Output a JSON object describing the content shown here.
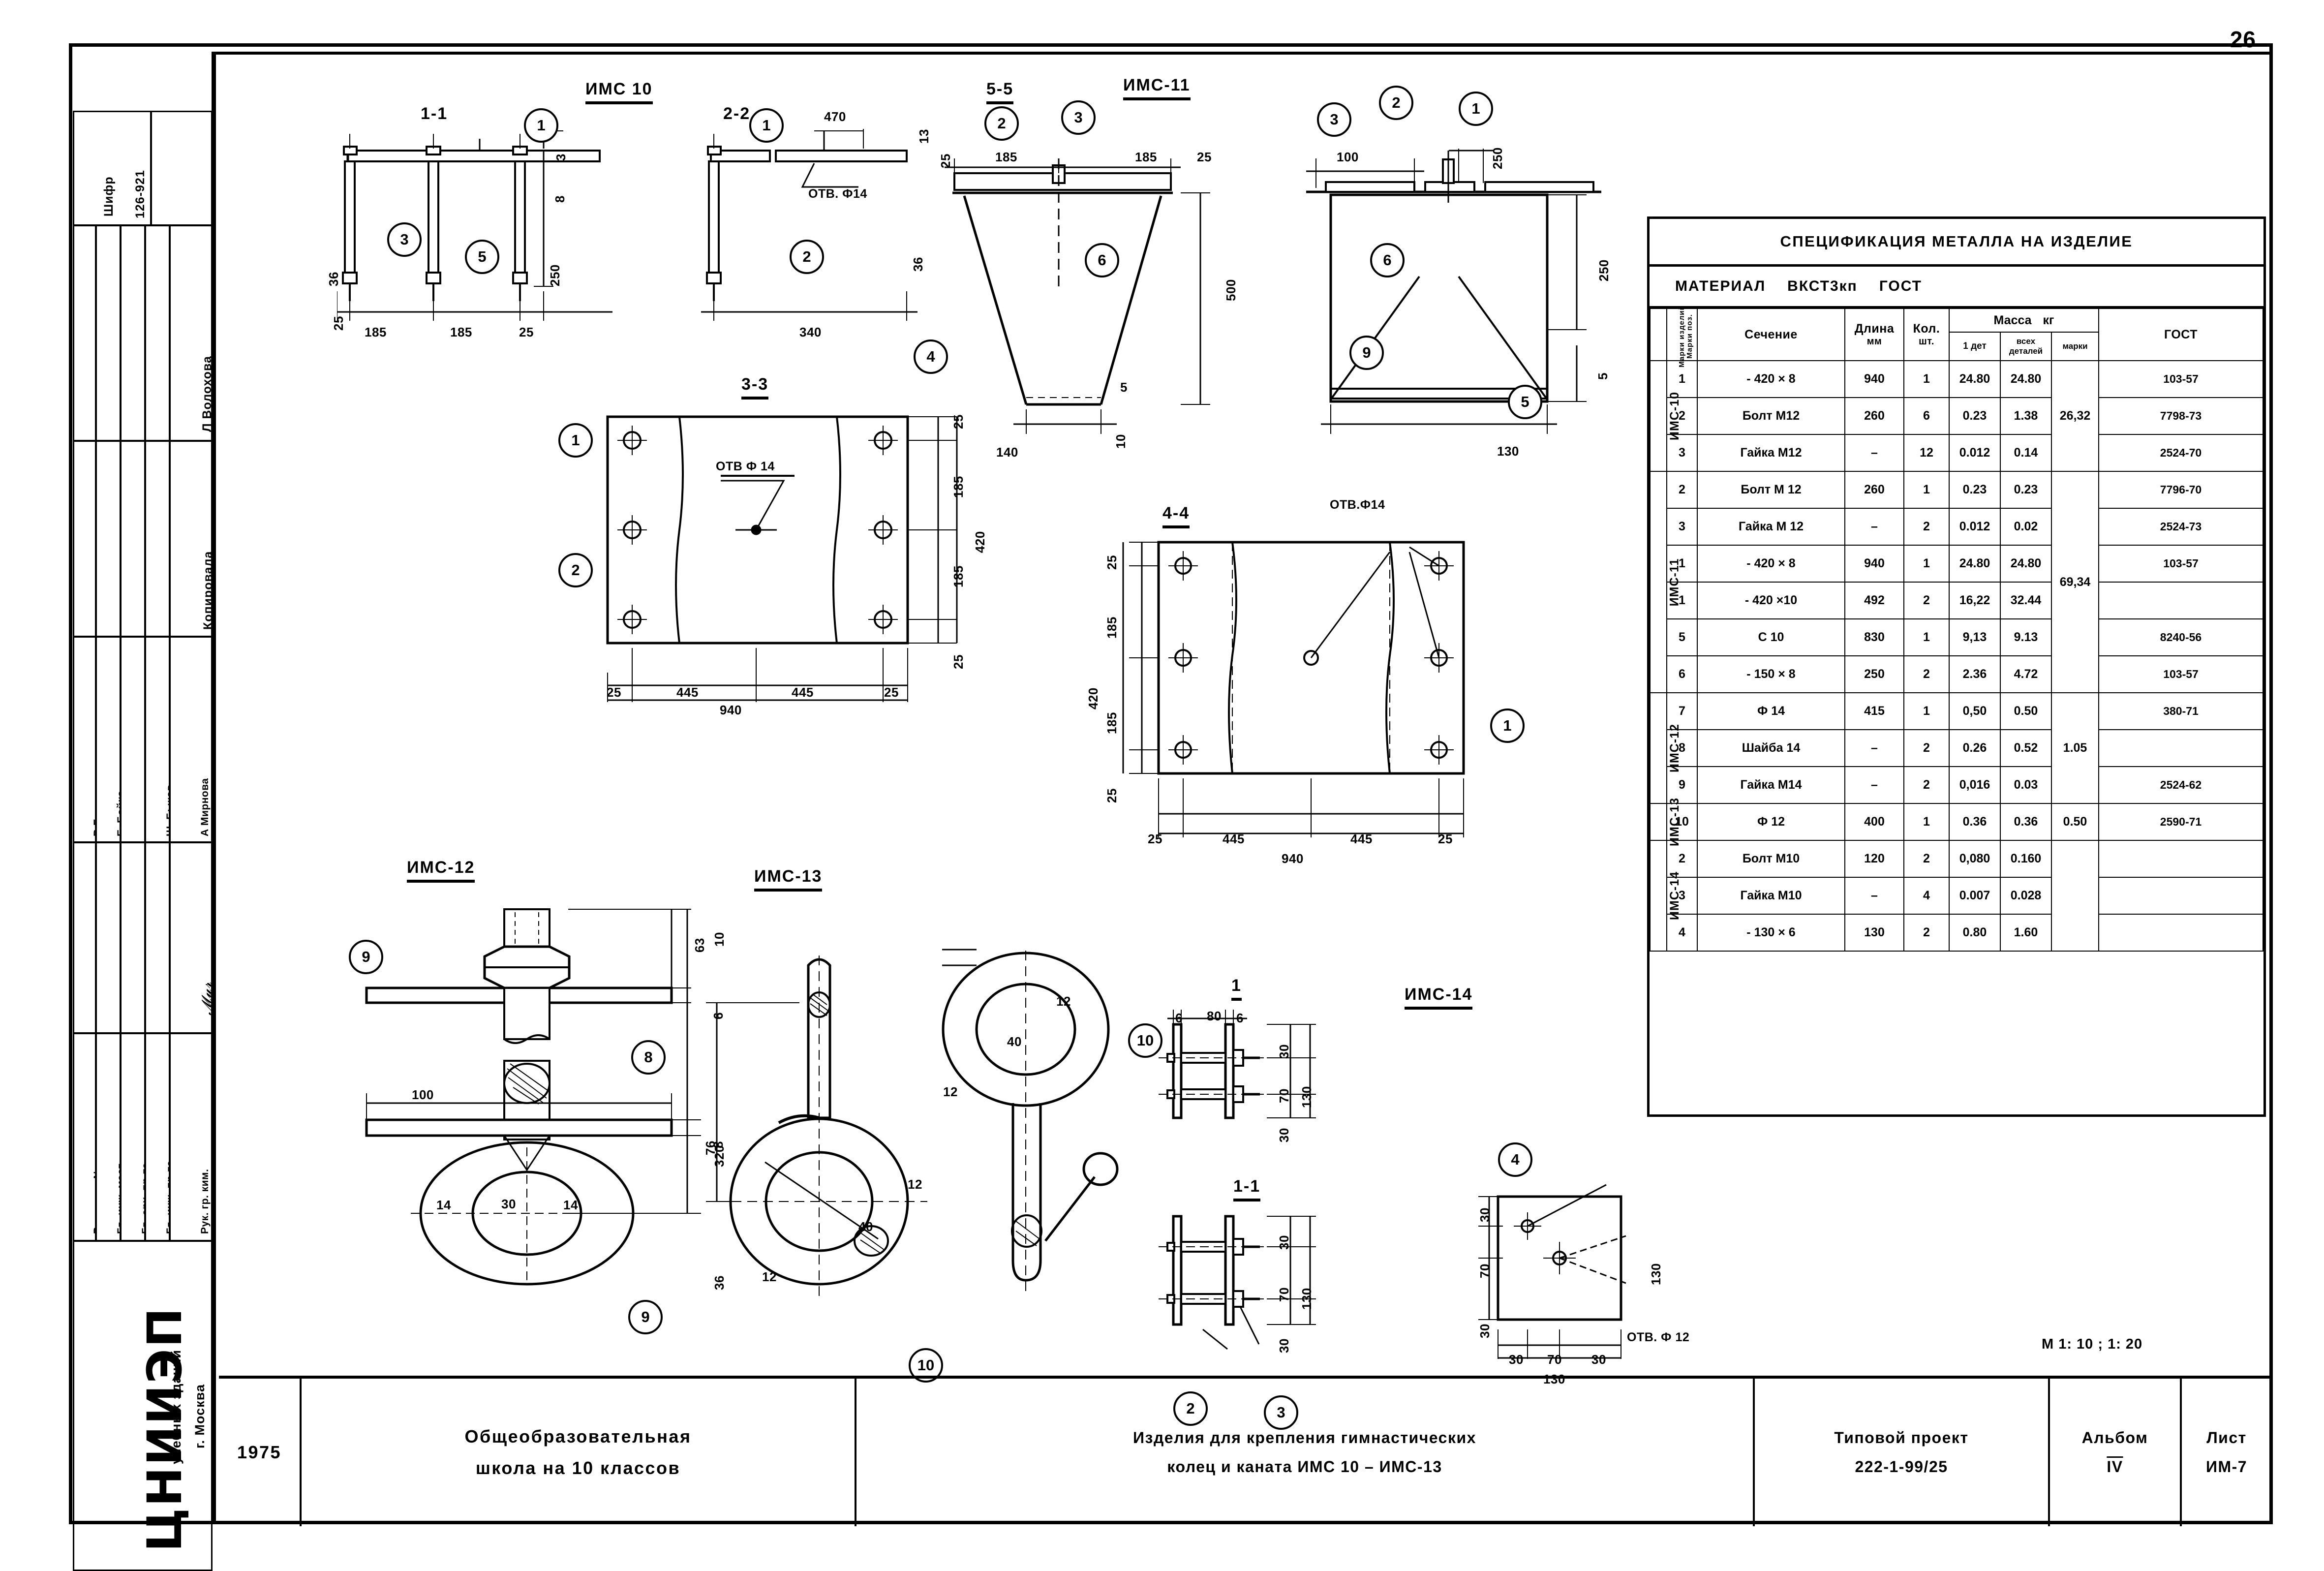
{
  "sheet": {
    "page_number": "26",
    "scale_note": "М 1: 10 ;  1: 20"
  },
  "stamp": {
    "code_label": "Шифр",
    "code_value": "126-921",
    "approver": "Л Волохова",
    "copied_label": "Копировала",
    "copier": "А Мирнова",
    "roles": [
      {
        "role": "Рук. маст. №",
        "name": "В Блющенков"
      },
      {
        "role": "Гл. инж. маст.",
        "name": "Е. Бойко"
      },
      {
        "role": "Гл. арх. пр-та",
        "name": ""
      },
      {
        "role": "Гл. инж. пр-та",
        "name": "Ш. Быков"
      },
      {
        "role": "Рук. гр. ким.",
        "name": "А Мирнова"
      }
    ],
    "institute": "ЦНИИЭП",
    "institute_sub1": "учебных зданий",
    "institute_sub2": "г. Москва"
  },
  "title_block": {
    "year": "1975",
    "object_line1": "Общеобразовательная",
    "object_line2": "школа на 10 классов",
    "drawing_line1": "Изделия для крепления гимнастических",
    "drawing_line2": "колец и каната ИМС 10 – ИМС-13",
    "project_label": "Типовой проект",
    "project_number": "222-1-99/25",
    "album_label": "Альбом",
    "album_value": "IV",
    "sheet_label": "Лист",
    "sheet_value": "ИМ-7"
  },
  "spec": {
    "title": "СПЕЦИФИКАЦИЯ МЕТАЛЛА НА ИЗДЕЛИЕ",
    "material_label": "МАТЕРИАЛ",
    "material_value": "ВКСТ3кп",
    "material_gost": "ГОСТ",
    "headers": {
      "group": "Марки изделий",
      "mark": "Марки поз.",
      "section": "Сечение",
      "length": "Длина",
      "length_unit": "мм",
      "qty": "Кол.",
      "qty_unit": "шт.",
      "mass": "Масса",
      "mass_unit": "кг",
      "mass_one": "1 дет",
      "mass_all": "всех деталей",
      "mass_mark": "марки",
      "gost": "ГОСТ"
    },
    "groups": [
      {
        "name": "ИМС-10",
        "mass_mark": "26,32",
        "rows": [
          {
            "mark": "1",
            "section": "- 420 × 8",
            "length": "940",
            "qty": "1",
            "m1": "24.80",
            "mall": "24.80",
            "gost": "103-57"
          },
          {
            "mark": "2",
            "section": "Болт М12",
            "length": "260",
            "qty": "6",
            "m1": "0.23",
            "mall": "1.38",
            "gost": "7798-73"
          },
          {
            "mark": "3",
            "section": "Гайка М12",
            "length": "–",
            "qty": "12",
            "m1": "0.012",
            "mall": "0.14",
            "gost": "2524-70"
          }
        ]
      },
      {
        "name": "ИМС-11",
        "mass_mark": "69,34",
        "rows": [
          {
            "mark": "2",
            "section": "Болт М 12",
            "length": "260",
            "qty": "1",
            "m1": "0.23",
            "mall": "0.23",
            "gost": "7796-70"
          },
          {
            "mark": "3",
            "section": "Гайка М 12",
            "length": "–",
            "qty": "2",
            "m1": "0.012",
            "mall": "0.02",
            "gost": "2524-73"
          },
          {
            "mark": "1",
            "section": "- 420 × 8",
            "length": "940",
            "qty": "1",
            "m1": "24.80",
            "mall": "24.80",
            "gost": "103-57"
          },
          {
            "mark": "1",
            "section": "- 420 ×10",
            "length": "492",
            "qty": "2",
            "m1": "16,22",
            "mall": "32.44",
            "gost": ""
          },
          {
            "mark": "5",
            "section": "С 10",
            "length": "830",
            "qty": "1",
            "m1": "9,13",
            "mall": "9.13",
            "gost": "8240-56"
          },
          {
            "mark": "6",
            "section": "- 150 × 8",
            "length": "250",
            "qty": "2",
            "m1": "2.36",
            "mall": "4.72",
            "gost": "103-57"
          }
        ]
      },
      {
        "name": "ИМС-12",
        "mass_mark": "1.05",
        "rows": [
          {
            "mark": "7",
            "section": "Ф 14",
            "length": "415",
            "qty": "1",
            "m1": "0,50",
            "mall": "0.50",
            "gost": "380-71"
          },
          {
            "mark": "8",
            "section": "Шайба 14",
            "length": "–",
            "qty": "2",
            "m1": "0.26",
            "mall": "0.52",
            "gost": ""
          },
          {
            "mark": "9",
            "section": "Гайка М14",
            "length": "–",
            "qty": "2",
            "m1": "0,016",
            "mall": "0.03",
            "gost": "2524-62"
          }
        ]
      },
      {
        "name": "ИМС-13",
        "mass_mark": "0.50",
        "rows": [
          {
            "mark": "10",
            "section": "Ф 12",
            "length": "400",
            "qty": "1",
            "m1": "0.36",
            "mall": "0.36",
            "gost": "2590-71"
          }
        ]
      },
      {
        "name": "ИМС-14",
        "mass_mark": "",
        "rows": [
          {
            "mark": "2",
            "section": "Болт М10",
            "length": "120",
            "qty": "2",
            "m1": "0,080",
            "mall": "0.160",
            "gost": ""
          },
          {
            "mark": "3",
            "section": "Гайка М10",
            "length": "–",
            "qty": "4",
            "m1": "0.007",
            "mall": "0.028",
            "gost": ""
          },
          {
            "mark": "4",
            "section": "- 130 × 6",
            "length": "130",
            "qty": "2",
            "m1": "0.80",
            "mall": "1.60",
            "gost": ""
          }
        ]
      }
    ]
  },
  "views": {
    "ims10": {
      "title": "ИМС 10",
      "sec11": "1-1",
      "sec22": "2-2",
      "sec33": "3-3",
      "dims": [
        "25",
        "185",
        "185",
        "25",
        "940",
        "250",
        "3",
        "8",
        "470",
        "13",
        "36",
        "25",
        "445",
        "445",
        "420",
        "185",
        "185"
      ],
      "hole_note": "ОТВ. Ф14",
      "hole_note2": "ОТВ Ф 14",
      "balloons": [
        "3",
        "5",
        "2",
        "1",
        "2",
        "1"
      ]
    },
    "ims11": {
      "title": "ИМС-11",
      "sec55": "5-5",
      "dims": [
        "25",
        "185",
        "185",
        "25",
        "500",
        "140",
        "10",
        "100",
        "250",
        "5",
        "250",
        "130",
        "10"
      ],
      "balloons": [
        "2",
        "3",
        "6",
        "4",
        "5",
        "1",
        "9"
      ]
    },
    "sec44": {
      "title": "4-4",
      "hole_note": "ОТВ.Ф14",
      "dims": [
        "25",
        "185",
        "185",
        "25",
        "420",
        "445",
        "445",
        "940",
        "25",
        "25"
      ],
      "balloons": [
        "1"
      ]
    },
    "ims12": {
      "title": "ИМС-12",
      "dims": [
        "10",
        "63",
        "6",
        "100",
        "320",
        "8",
        "36",
        "14",
        "30",
        "14"
      ],
      "balloons": [
        "9",
        "8",
        "9"
      ]
    },
    "ims13": {
      "title": "ИМС-13",
      "dims": [
        "76",
        "40",
        "12",
        "12",
        "40",
        "12",
        "12"
      ],
      "balloons": [
        "10",
        "10"
      ]
    },
    "ims14": {
      "title": "ИМС-14",
      "sec11": "1-1",
      "dims": [
        "6",
        "80",
        "6",
        "30",
        "70",
        "30",
        "130",
        "30",
        "70",
        "30",
        "130",
        "30",
        "70",
        "30",
        "130"
      ],
      "hole_note": "ОТВ. Ф 12",
      "balloons": [
        "4",
        "2",
        "3",
        "4"
      ]
    }
  }
}
